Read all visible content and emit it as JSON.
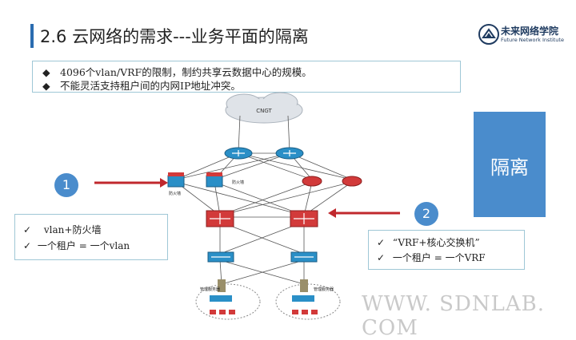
{
  "header": {
    "title": "2.6 云网络的需求---业务平面的隔离",
    "logo_cn": "未来网络学院",
    "logo_en": "Future Network Institute"
  },
  "bullets": [
    {
      "marker": "◆",
      "text": "4096个vlan/VRF的限制，制约共享云数据中心的规模。"
    },
    {
      "marker": "◆",
      "text": "不能灵活支持租户间的内网IP地址冲突。"
    }
  ],
  "side_label": "隔离",
  "callouts": {
    "one": "1",
    "two": "2"
  },
  "note_left": [
    {
      "mark": "✓",
      "text": "vlan+防火墙"
    },
    {
      "mark": "✓",
      "text": "一个租户 = 一个vlan"
    }
  ],
  "note_right": [
    {
      "mark": "✓",
      "text": "“VRF+核心交换机”"
    },
    {
      "mark": "✓",
      "text": "一个租户 = 一个VRF"
    }
  ],
  "diagram": {
    "cloud_label": "CNGT",
    "firewall_labels": [
      "防火墙",
      "防火墙"
    ],
    "server_labels": [
      "管理服务器",
      "管理服务器"
    ]
  },
  "watermark": "WWW. SDNLAB. COM",
  "colors": {
    "accent": "#4a8ccc",
    "arrow": "#c0282d",
    "router": "#2a8fc7",
    "core_switch": "#d23a3a"
  }
}
